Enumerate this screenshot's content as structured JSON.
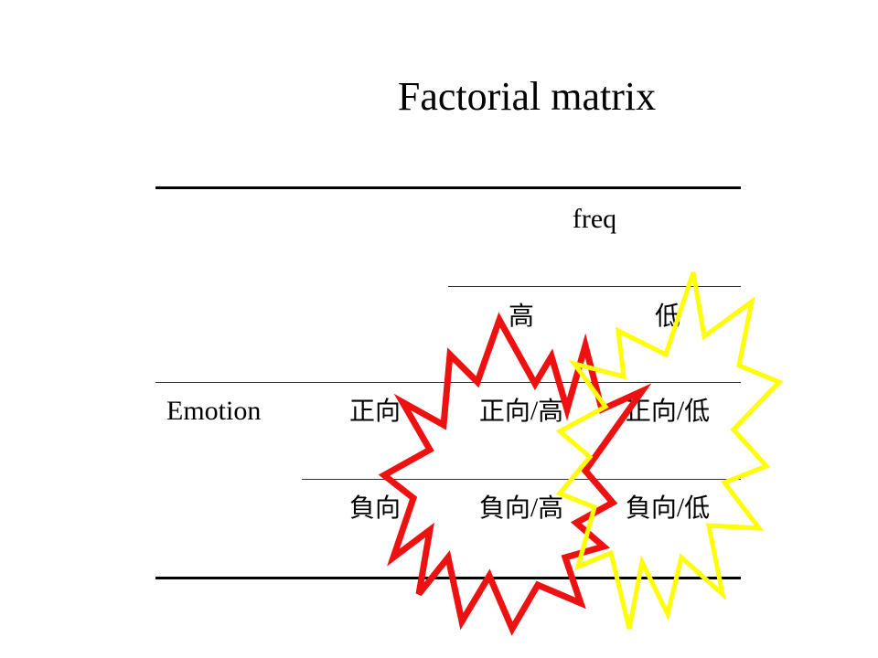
{
  "slide": {
    "title": "Factorial matrix"
  },
  "table": {
    "column_factor": "freq",
    "column_levels": [
      "高",
      "低"
    ],
    "row_factor": "Emotion",
    "row_levels": [
      "正向",
      "負向"
    ],
    "cells": [
      [
        {
          "emotion": "正向",
          "separator": "/",
          "freq": "高"
        },
        {
          "emotion": "正向",
          "separator": "/",
          "freq": "低"
        }
      ],
      [
        {
          "emotion": "負向",
          "separator": "/",
          "freq": "高"
        },
        {
          "emotion": "負向",
          "separator": "/",
          "freq": "低"
        }
      ]
    ]
  },
  "highlights": [
    {
      "shape": "explosion",
      "stroke_color": "#ee1111",
      "marks_column": "高"
    },
    {
      "shape": "explosion",
      "stroke_color": "#ffff00",
      "marks_column": "低"
    }
  ]
}
